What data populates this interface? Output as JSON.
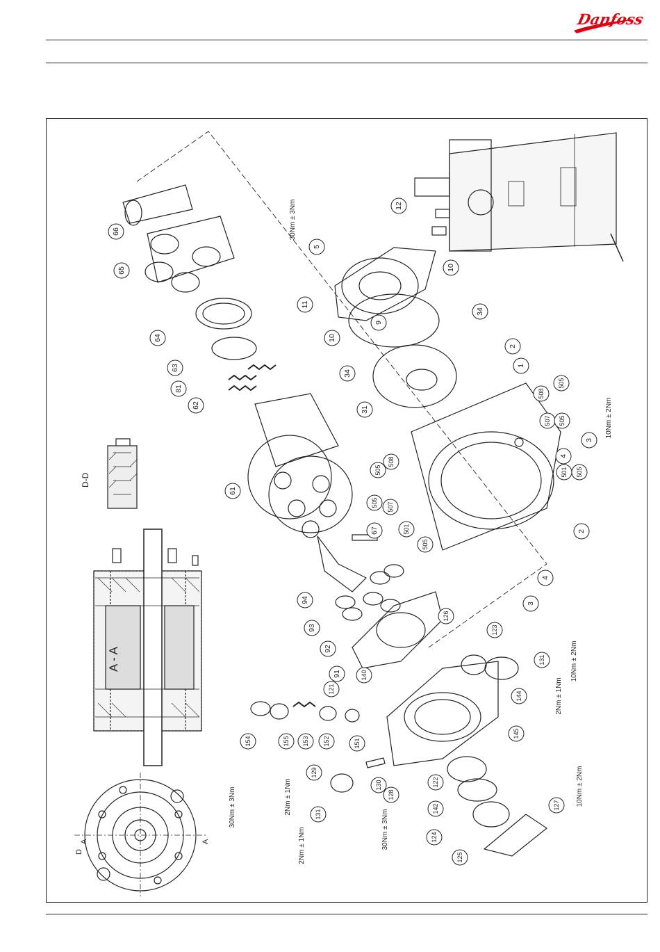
{
  "brand": {
    "logo_text": "Danfoss",
    "color": "#e2000f"
  },
  "section_labels": {
    "aa": "A - A",
    "dd": "D-D",
    "cut_a": "A",
    "cut_d": "D"
  },
  "callouts": [
    {
      "n": "66"
    },
    {
      "n": "65"
    },
    {
      "n": "64"
    },
    {
      "n": "63"
    },
    {
      "n": "81"
    },
    {
      "n": "62"
    },
    {
      "n": "61"
    },
    {
      "n": "67"
    },
    {
      "n": "94"
    },
    {
      "n": "93"
    },
    {
      "n": "92"
    },
    {
      "n": "91"
    },
    {
      "n": "140"
    },
    {
      "n": "126"
    },
    {
      "n": "123"
    },
    {
      "n": "121"
    },
    {
      "n": "151"
    },
    {
      "n": "152"
    },
    {
      "n": "153"
    },
    {
      "n": "155"
    },
    {
      "n": "154"
    },
    {
      "n": "129"
    },
    {
      "n": "130"
    },
    {
      "n": "131"
    },
    {
      "n": "131"
    },
    {
      "n": "128"
    },
    {
      "n": "122"
    },
    {
      "n": "142"
    },
    {
      "n": "124"
    },
    {
      "n": "125"
    },
    {
      "n": "127"
    },
    {
      "n": "145"
    },
    {
      "n": "144"
    },
    {
      "n": "12"
    },
    {
      "n": "5"
    },
    {
      "n": "10"
    },
    {
      "n": "11"
    },
    {
      "n": "10"
    },
    {
      "n": "9"
    },
    {
      "n": "34"
    },
    {
      "n": "34"
    },
    {
      "n": "31"
    },
    {
      "n": "2"
    },
    {
      "n": "1"
    },
    {
      "n": "505"
    },
    {
      "n": "508"
    },
    {
      "n": "507"
    },
    {
      "n": "505"
    },
    {
      "n": "3"
    },
    {
      "n": "4"
    },
    {
      "n": "501"
    },
    {
      "n": "505"
    },
    {
      "n": "505"
    },
    {
      "n": "508"
    },
    {
      "n": "505"
    },
    {
      "n": "507"
    },
    {
      "n": "501"
    },
    {
      "n": "505"
    },
    {
      "n": "2"
    },
    {
      "n": "4"
    },
    {
      "n": "3"
    }
  ],
  "torques": [
    {
      "t": "30Nm ± 3Nm"
    },
    {
      "t": "10Nm ± 2Nm"
    },
    {
      "t": "10Nm ± 2Nm"
    },
    {
      "t": "2Nm ± 1Nm"
    },
    {
      "t": "10Nm ± 2Nm"
    },
    {
      "t": "30Nm ± 3Nm"
    },
    {
      "t": "2Nm ± 1Nm"
    },
    {
      "t": "2Nm ± 1Nm"
    },
    {
      "t": "30Nm ± 3Nm"
    }
  ]
}
